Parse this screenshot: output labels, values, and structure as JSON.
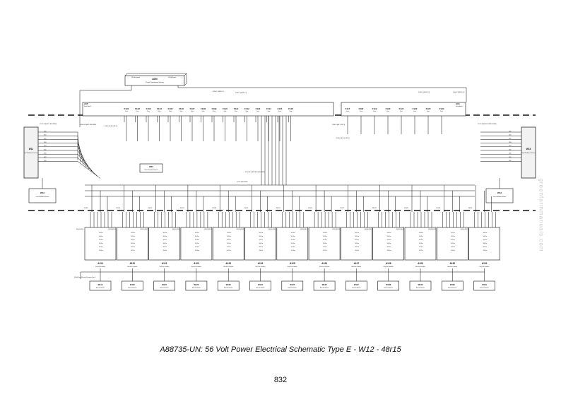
{
  "caption": "A88735-UN: 56 Volt Power Electrical Schematic Type E - W12 - 48r15",
  "page_number": "832",
  "watermark": "greenfarmmanuals.com",
  "a050": {
    "id": "A050",
    "desc": "Power Distribution System",
    "pin1": "56 Volt Ground",
    "pin2": "56 Volt Power"
  },
  "a05": {
    "id": "A05",
    "desc": "Fuse Block 1"
  },
  "a04": {
    "id": "A04",
    "desc": "Fuse Block 2"
  },
  "fuses_left": [
    "F101",
    "F102",
    "F103",
    "F104",
    "F105",
    "F106",
    "F107",
    "F108",
    "F109",
    "F110",
    "F111",
    "F112",
    "F113",
    "F114",
    "F115",
    "F116"
  ],
  "fuses_right": [
    "F117",
    "F118",
    "F119",
    "F120",
    "F121",
    "F122",
    "F123",
    "F124"
  ],
  "connectors": {
    "x450_1": "X450-1 (SE/DC 1)",
    "x450_2": "X450-2 (SE/DC 2)",
    "x454_1": "X454-1 (SE/DC 3)",
    "x454_2": "X454-2 (SE/DC 4)",
    "x450_3": "X450-3 (FE 1 (RLY))",
    "x450_gnd": "X450-GD (ALT GROUND)",
    "x450_5": "X450-5 (FE 2 (RLY))",
    "x450_6": "X450-6 (FE 3 (OFF))",
    "x451": "X51-1-B (LEFT GEN PWR)",
    "x452": "X51-2-B (RIGHT WING PWR)",
    "x453": "X51-3-B (CENTER GEN PWR)",
    "x454": "(CTR GEN PWR)"
  },
  "w11": {
    "id": "W11",
    "desc": "Left Backbone Harness"
  },
  "w13": {
    "id": "W13",
    "desc": "Right Backbone Harness"
  },
  "w54": {
    "id": "W54",
    "desc": "Power Distribution Harness"
  },
  "w12_left": {
    "id": "W12",
    "desc": "Center Backbone Harness"
  },
  "w12_right": {
    "id": "W12",
    "desc": "Center Backbone Harness"
  },
  "wire_labels": [
    "2300",
    "2301",
    "2302",
    "2303",
    "2304",
    "2305",
    "2306",
    "2307",
    "2308"
  ],
  "row_units": [
    "A119",
    "A120",
    "A121",
    "A122",
    "A123",
    "A124",
    "A125",
    "A126",
    "A127",
    "A128",
    "A129",
    "A130",
    "A131"
  ],
  "row_harness": [
    "W119",
    "W120",
    "W121",
    "W122",
    "W123",
    "W124",
    "W125",
    "W126",
    "W127",
    "W128",
    "W129",
    "W130",
    "W131"
  ],
  "row_connectors": [
    "X6119",
    "X6120",
    "X6121",
    "X6122",
    "X6123",
    "X6124",
    "X6125",
    "X6126",
    "X6127",
    "X6128",
    "X6129",
    "X6130",
    "X6131"
  ],
  "row_sub": [
    "X6119 (RUC)",
    "X6120 (RUC)",
    "X6121 (RUC)",
    "X6122 (RUC)",
    "X6123 (RUC)",
    "X6124 (RUC)",
    "X6125 (RUC)",
    "X6126 (RUC)",
    "X6127 (RUC)",
    "X6128 (RUC)",
    "X6129 (RUC)",
    "X6130 (RUC)",
    "X6131 (RUC)"
  ],
  "row_unit_desc": "Row Unit Controller",
  "row_harness_desc": "Row Unit Harness",
  "footnote": "56 Volt Power Electrical Schematic Type E"
}
